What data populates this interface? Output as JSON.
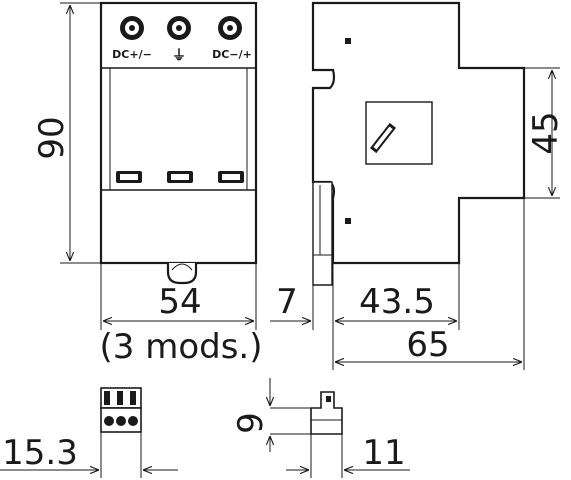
{
  "front_view": {
    "terminal_labels": [
      "DC+/−",
      "⏚",
      "DC−/+"
    ],
    "height_dim": "90",
    "width_dim": "54",
    "width_note": "(3 mods.)"
  },
  "side_view": {
    "rail_offset_dim": "7",
    "depth_dim": "43.5",
    "total_depth_dim": "65",
    "rail_height_dim": "45"
  },
  "plug_views": {
    "plug_width_dim": "15.3",
    "plug_height_dim": "9",
    "plug_depth_dim": "11"
  }
}
